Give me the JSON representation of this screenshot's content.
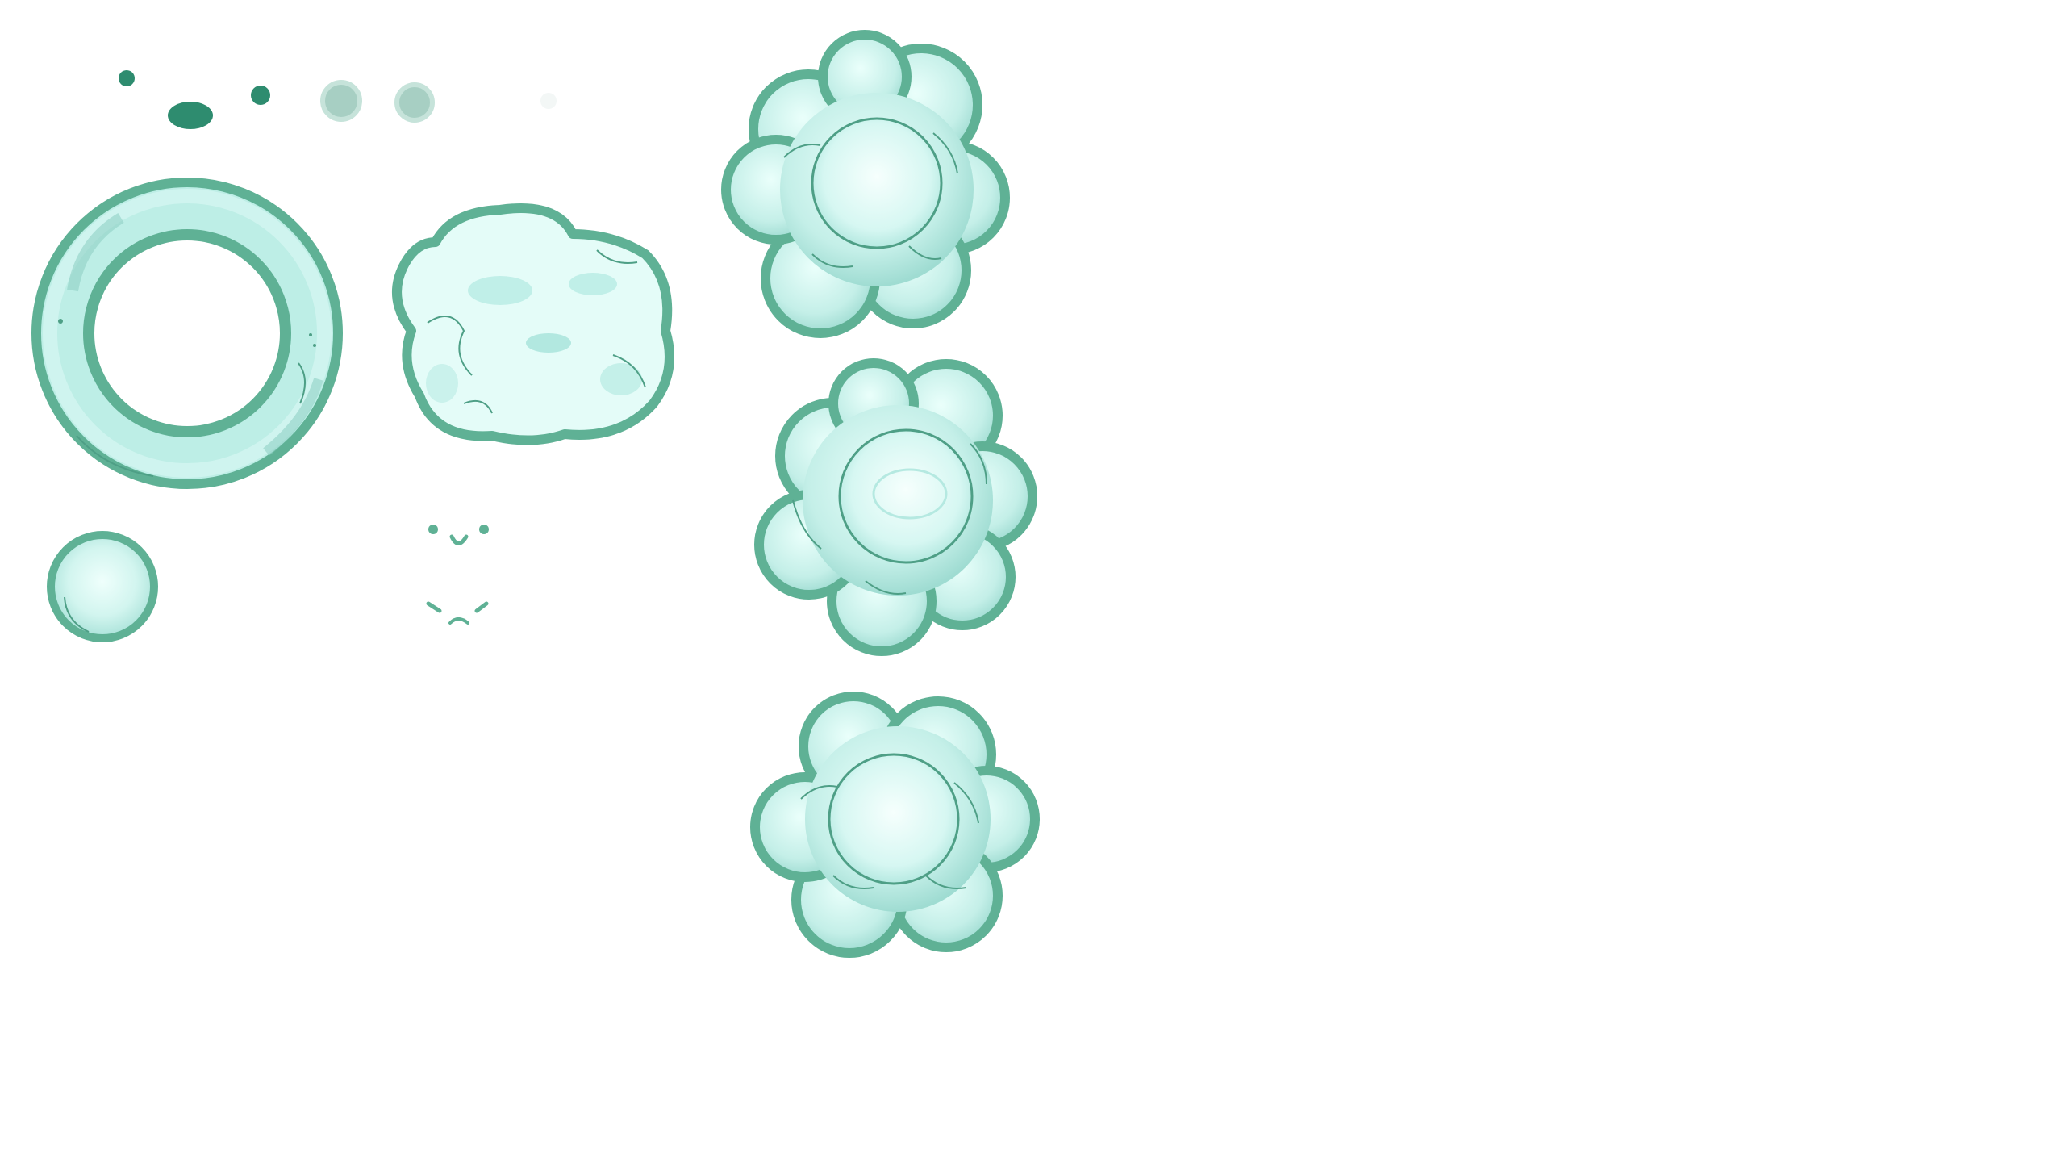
{
  "sheet": {
    "description_hidden": "",
    "background": "#ffffff"
  },
  "palette": {
    "outline": "#5fb195",
    "outline_dark": "#2e8c6f",
    "fill_light": "#e3fcf8",
    "fill_mid": "#c6f0ea",
    "fill_shade": "#a8e3dc",
    "swatch_gray": "#a7cfc3",
    "swatch_dot": "#3d9b7c"
  },
  "sprites": [
    {
      "id": "swatch-dots",
      "icon": "color-swatch-icon"
    },
    {
      "id": "bubble-ring",
      "icon": "ring-icon"
    },
    {
      "id": "bubble-cloud",
      "icon": "cloud-bubble-icon"
    },
    {
      "id": "bubble-small",
      "icon": "small-bubble-icon"
    },
    {
      "id": "face-happy",
      "icon": "happy-face-icon"
    },
    {
      "id": "face-sad",
      "icon": "sad-face-icon"
    },
    {
      "id": "cluster-1",
      "icon": "bubble-cluster-icon"
    },
    {
      "id": "cluster-2",
      "icon": "bubble-cluster-icon"
    },
    {
      "id": "cluster-3",
      "icon": "bubble-cluster-icon"
    }
  ]
}
